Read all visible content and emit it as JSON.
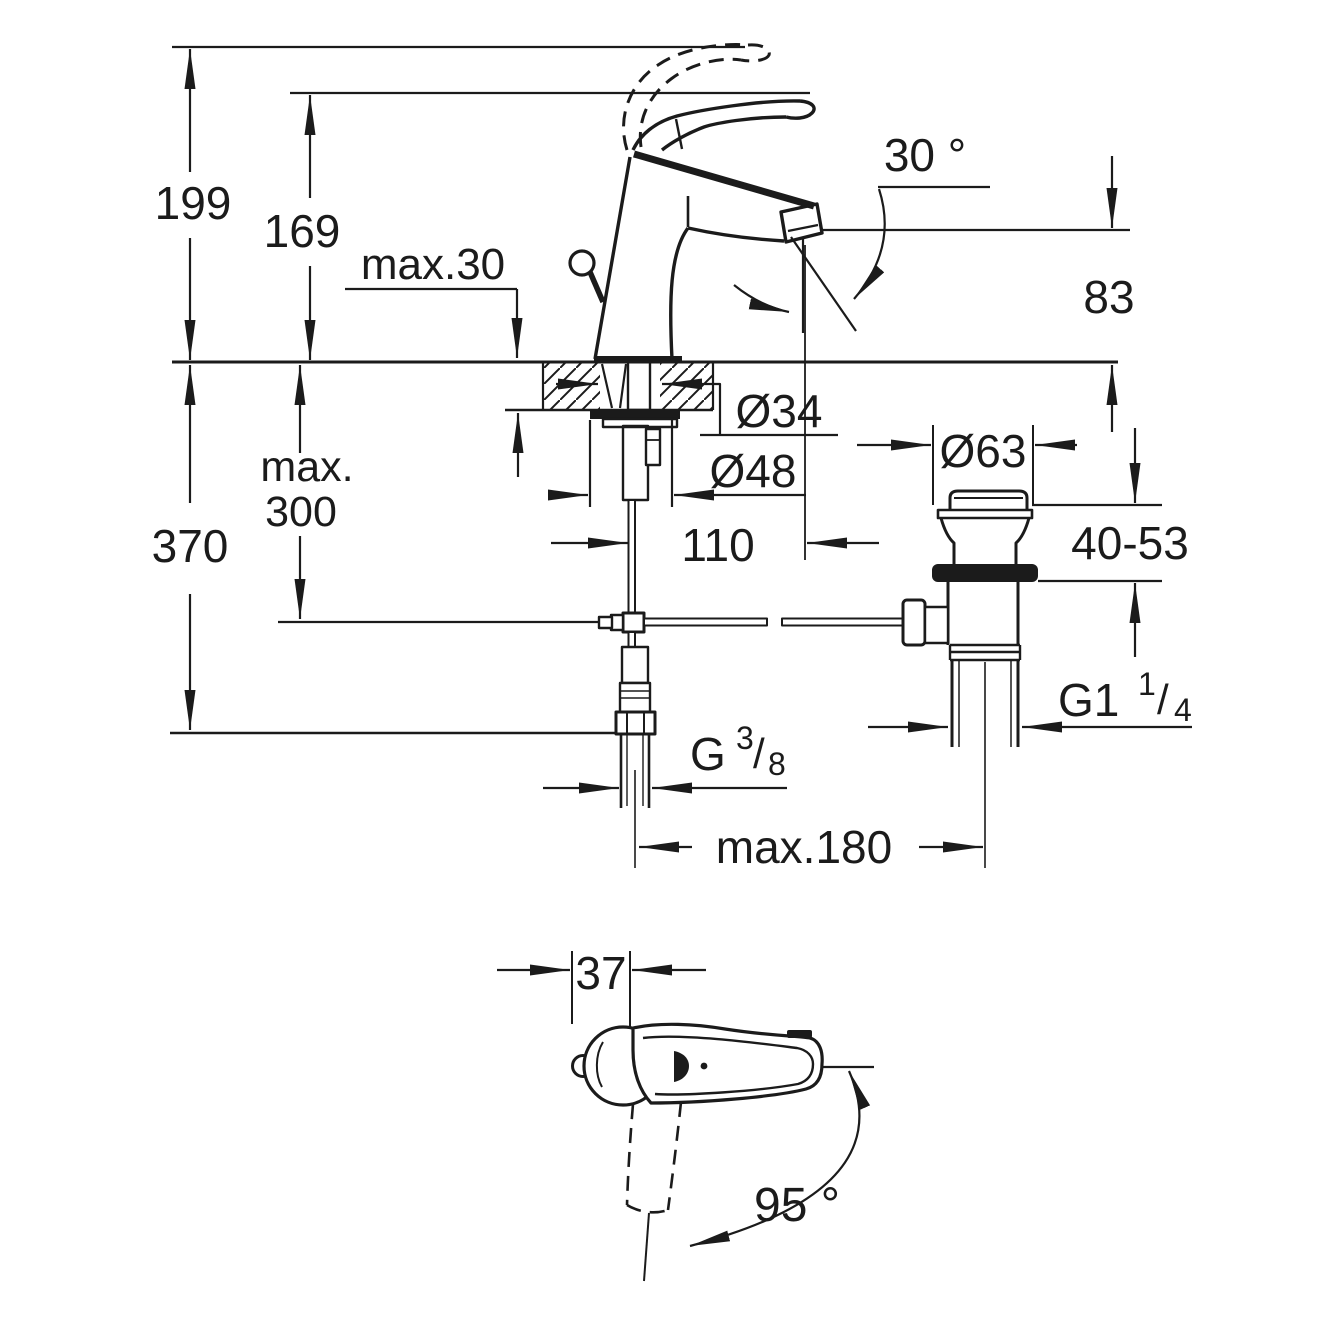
{
  "page": {
    "background": "#ffffff",
    "ink": "#1b1b1b"
  },
  "drawing": {
    "side_view": {
      "overall_height": "199",
      "handle_top_height": "169",
      "deck_thickness_max": "max.30",
      "spout_angle": "30 °",
      "outlet_height": "83",
      "hole_diameter": "Ø34",
      "base_diameter": "Ø48",
      "spout_reach": "110",
      "install_depth_word": "max.",
      "install_depth_value": "300",
      "total_depth": "370"
    },
    "waste_set": {
      "flange_diameter": "Ø63",
      "clamping_range": "40-53",
      "waste_thread_base": "G1",
      "waste_thread_sup": "1",
      "waste_thread_slash": "/",
      "waste_thread_sub": "4",
      "supply_thread_base": "G",
      "supply_thread_sup": "3",
      "supply_thread_slash": "/",
      "supply_thread_sub": "8",
      "rod_reach": "max.180"
    },
    "top_view": {
      "handle_width": "37",
      "handle_swivel": "95 °"
    }
  }
}
